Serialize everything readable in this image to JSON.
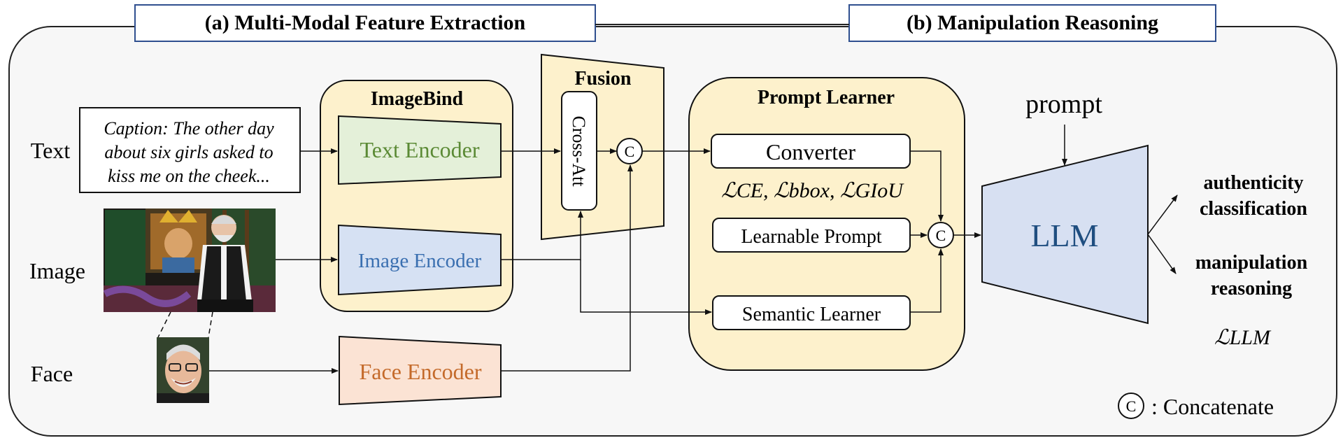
{
  "header": {
    "section_a": "(a) Multi-Modal Feature Extraction",
    "section_b": "(b) Manipulation Reasoning"
  },
  "inputs": {
    "text_label": "Text",
    "image_label": "Image",
    "face_label": "Face",
    "caption_lines": [
      "Caption: The other day",
      "about six girls asked to",
      "kiss me on the cheek..."
    ]
  },
  "imagebind": {
    "title": "ImageBind",
    "text_encoder": "Text Encoder",
    "image_encoder": "Image Encoder"
  },
  "face_encoder": "Face Encoder",
  "fusion": {
    "title": "Fusion",
    "cross_att": "Cross-Att"
  },
  "prompt_learner": {
    "title": "Prompt Learner",
    "converter": "Converter",
    "losses": "ℒCE, ℒbbox, ℒGIoU",
    "learnable_prompt": "Learnable Prompt",
    "semantic_learner": "Semantic Learner"
  },
  "llm": {
    "prompt": "prompt",
    "label": "LLM",
    "output_1_line1": "authenticity",
    "output_1_line2": "classification",
    "output_2_line1": "manipulation",
    "output_2_line2": "reasoning",
    "loss": "ℒLLM"
  },
  "legend": {
    "symbol": "C",
    "text": ": Concatenate"
  },
  "colors": {
    "panel_bg": "#f7f7f7",
    "yellow_box": "#fdf1cc",
    "text_encoder": "#e4f0d9",
    "text_encoder_font": "#5b8a35",
    "image_encoder": "#d6e1f3",
    "image_encoder_font": "#3a6fb0",
    "face_encoder": "#fbe3d4",
    "face_encoder_font": "#c46a2a",
    "llm_fill": "#d7e0f2",
    "llm_font": "#1f4e80",
    "header_border": "#2f4f8f"
  }
}
